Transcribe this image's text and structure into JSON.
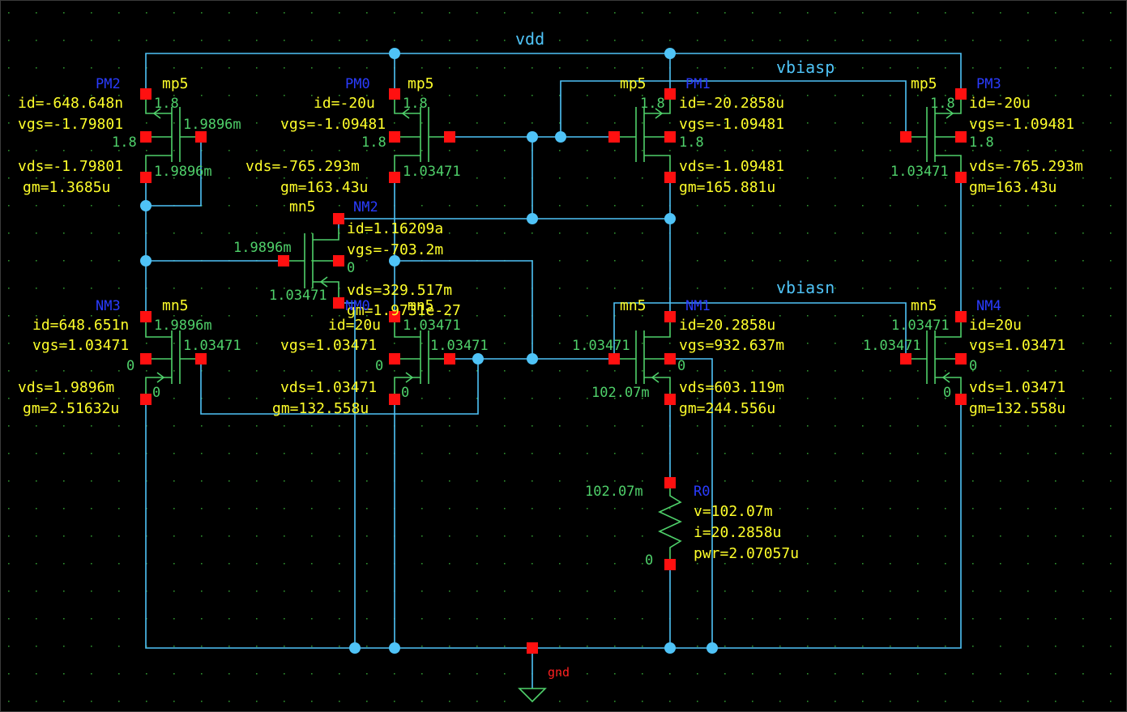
{
  "nets": {
    "vdd": "vdd",
    "vbiasp": "vbiasp",
    "vbiasn": "vbiasn",
    "gnd": "gnd"
  },
  "devices": {
    "PM2": {
      "name": "PM2",
      "model": "mp5",
      "id": "id=-648.648n",
      "vgs": "vgs=-1.79801",
      "vds": "vds=-1.79801",
      "gm": "gm=1.3685u",
      "n1": "1.8",
      "n2": "1.8",
      "n3": "1.9896m",
      "n4": "1.9896m"
    },
    "PM0": {
      "name": "PM0",
      "model": "mp5",
      "id": "id=-20u",
      "vgs": "vgs=-1.09481",
      "vds": "vds=-765.293m",
      "gm": "gm=163.43u",
      "n1": "1.8",
      "n2": "1.8",
      "n3": "1.03471"
    },
    "PM1": {
      "name": "PM1",
      "model": "mp5",
      "id": "id=-20.2858u",
      "vgs": "vgs=-1.09481",
      "vds": "vds=-1.09481",
      "gm": "gm=165.881u",
      "n1": "1.8",
      "n2": "1.8"
    },
    "PM3": {
      "name": "PM3",
      "model": "mp5",
      "id": "id=-20u",
      "vgs": "vgs=-1.09481",
      "vds": "vds=-765.293m",
      "gm": "gm=163.43u",
      "n1": "1.8",
      "n2": "1.8",
      "n3": "1.03471"
    },
    "NM2": {
      "name": "NM2",
      "model": "mn5",
      "id": "id=1.16209a",
      "vgs": "vgs=-703.2m",
      "vds": "vds=329.517m",
      "gm": "gm=1.9731e-27",
      "n1": "1.9896m",
      "n2": "1.03471",
      "n3": "0"
    },
    "NM3": {
      "name": "NM3",
      "model": "mn5",
      "id": "id=648.651n",
      "vgs": "vgs=1.03471",
      "vds": "vds=1.9896m",
      "gm": "gm=2.51632u",
      "n1": "1.9896m",
      "n2": "1.03471",
      "n3": "0",
      "n4": "0"
    },
    "NM0": {
      "name": "NM0",
      "model": "mn5",
      "id": "id=20u",
      "vgs": "vgs=1.03471",
      "vds": "vds=1.03471",
      "gm": "gm=132.558u",
      "n1": "1.03471",
      "n2": "1.03471",
      "n3": "0",
      "n4": "0"
    },
    "NM1": {
      "name": "NM1",
      "model": "mn5",
      "id": "id=20.2858u",
      "vgs": "vgs=932.637m",
      "vds": "vds=603.119m",
      "gm": "gm=244.556u",
      "n1": "1.03471",
      "n2": "0",
      "n3": "102.07m"
    },
    "NM4": {
      "name": "NM4",
      "model": "mn5",
      "id": "id=20u",
      "vgs": "vgs=1.03471",
      "vds": "vds=1.03471",
      "gm": "gm=132.558u",
      "n1": "1.03471",
      "n2": "1.03471",
      "n3": "0",
      "n4": "0"
    },
    "R0": {
      "name": "R0",
      "v": "v=102.07m",
      "i": "i=20.2858u",
      "pwr": "pwr=2.07057u",
      "n1": "102.07m",
      "n2": "0"
    }
  },
  "colors": {
    "background": "#000000",
    "grid": "#2e8f2e",
    "wire": "#4fc3f7",
    "device": "#4fd06a",
    "pin": "#ff1010",
    "annotation": "#ffff2a",
    "instance": "#2a3cff",
    "gnd_label": "#ff2020"
  }
}
